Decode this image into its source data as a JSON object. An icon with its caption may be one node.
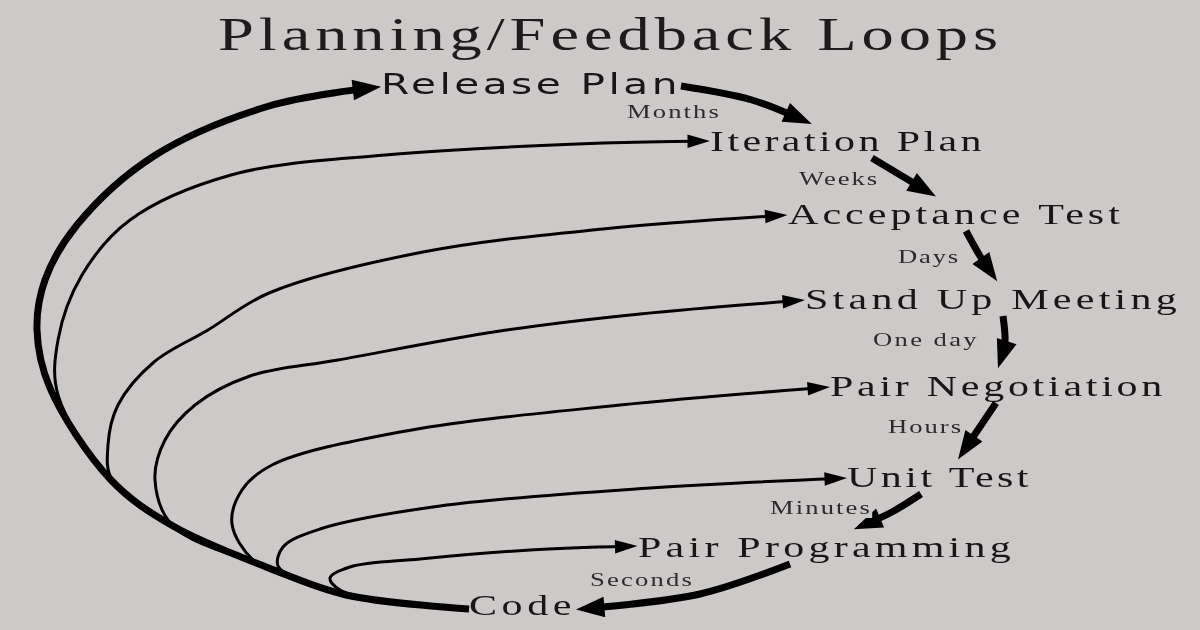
{
  "diagram": {
    "title": "Planning/Feedback Loops",
    "nodes": [
      {
        "text": [
          "Release Plan"
        ]
      },
      {
        "text": [
          "Iteration Plan"
        ]
      },
      {
        "text": [
          "Acceptance Test"
        ]
      },
      {
        "text": [
          "Stand Up Meeting"
        ]
      },
      {
        "text": [
          "Pair Negotiation"
        ]
      },
      {
        "text": [
          "Unit Test"
        ]
      },
      {
        "text": [
          "Pair Programming"
        ]
      },
      {
        "text": [
          "Code"
        ]
      }
    ],
    "edges": [
      {
        "from": 0,
        "to": 1,
        "arrow": "to",
        "label": "Months"
      },
      {
        "from": 1,
        "to": 2,
        "arrow": "to",
        "label": "Weeks"
      },
      {
        "from": 2,
        "to": 3,
        "arrow": "to",
        "label": "Days"
      },
      {
        "from": 3,
        "to": 4,
        "arrow": "to",
        "label": "One day"
      },
      {
        "from": 4,
        "to": 5,
        "arrow": "to",
        "label": "Hours"
      },
      {
        "from": 5,
        "to": 6,
        "arrow": "to",
        "label": "Minutes"
      },
      {
        "from": 6,
        "to": 7,
        "arrow": "to",
        "label": "Seconds"
      },
      {
        "from": 7,
        "to": 0,
        "arrow": "to"
      },
      {
        "from": 7,
        "to": 1,
        "arrow": "to"
      },
      {
        "from": 7,
        "to": 2,
        "arrow": "to"
      },
      {
        "from": 7,
        "to": 3,
        "arrow": "to"
      },
      {
        "from": 7,
        "to": 4,
        "arrow": "to"
      },
      {
        "from": 7,
        "to": 5,
        "arrow": "to"
      },
      {
        "from": 7,
        "to": 6,
        "arrow": "to"
      }
    ]
  }
}
